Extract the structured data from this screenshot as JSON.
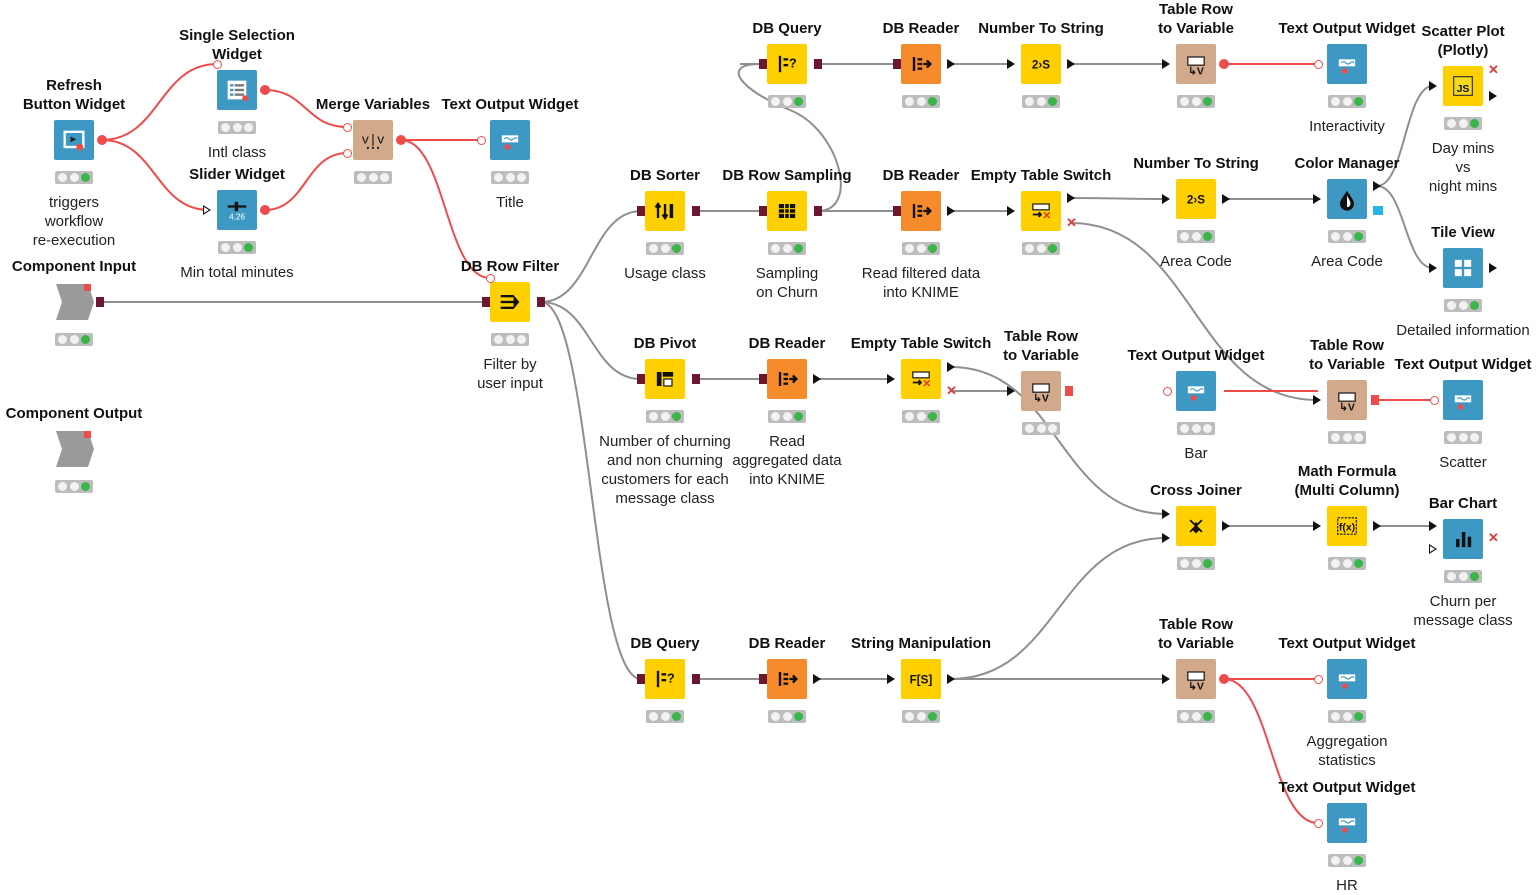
{
  "colors": {
    "wire": "#8f8f8f",
    "varwire": "#ef4b4b",
    "widget": "#3d99c4",
    "manipulator": "#ffd000",
    "source": "#f58b2a",
    "flow": "#d3a98c",
    "component": "#9a9a9a",
    "status_on": "#39b54a"
  },
  "nodes": [
    {
      "id": "refresh",
      "title": "Refresh\nButton Widget",
      "desc": "triggers\nworkflow\nre-execution",
      "color": "widget",
      "icon": "refresh-icon",
      "lights": 1
    },
    {
      "id": "single_sel",
      "title": "Single Selection\nWidget",
      "desc": "Intl class",
      "color": "widget",
      "icon": "list-icon",
      "lights": 0
    },
    {
      "id": "slider",
      "title": "Slider Widget",
      "desc": "Min total minutes",
      "color": "widget",
      "icon": "slider-icon",
      "lights": 1
    },
    {
      "id": "merge_vars",
      "title": "Merge Variables",
      "desc": "",
      "color": "flow",
      "icon": "merge-variables-icon",
      "lights": 0
    },
    {
      "id": "text_title",
      "title": "Text Output Widget",
      "desc": "Title",
      "color": "widget",
      "icon": "text-output-icon",
      "lights": 0
    },
    {
      "id": "comp_in",
      "title": "Component Input",
      "desc": "",
      "color": "component",
      "icon": "component-input-icon",
      "lights": 1
    },
    {
      "id": "comp_out",
      "title": "Component Output",
      "desc": "",
      "color": "component",
      "icon": "component-output-icon",
      "lights": 1
    },
    {
      "id": "db_row_filter",
      "title": "DB Row Filter",
      "desc": "Filter by\nuser input",
      "color": "manipulator",
      "icon": "db-filter-icon",
      "lights": 0
    },
    {
      "id": "db_query1",
      "title": "DB Query",
      "desc": "",
      "color": "manipulator",
      "icon": "db-query-icon",
      "lights": 1
    },
    {
      "id": "db_reader1",
      "title": "DB Reader",
      "desc": "",
      "color": "source",
      "icon": "db-reader-icon",
      "lights": 1
    },
    {
      "id": "num2str1",
      "title": "Number To String",
      "desc": "",
      "color": "manipulator",
      "icon": "number-to-string-icon",
      "lights": 1
    },
    {
      "id": "tr2v1",
      "title": "Table Row\nto Variable",
      "desc": "",
      "color": "flow",
      "icon": "row-to-variable-icon",
      "lights": 1
    },
    {
      "id": "text_inter",
      "title": "Text Output Widget",
      "desc": "Interactivity",
      "color": "widget",
      "icon": "text-output-icon",
      "lights": 1
    },
    {
      "id": "scatter",
      "title": "Scatter Plot\n(Plotly)",
      "desc": "Day mins\nvs\nnight mins",
      "color": "manipulator",
      "icon": "js-icon",
      "lights": 1
    },
    {
      "id": "db_sorter",
      "title": "DB Sorter",
      "desc": "Usage class",
      "color": "manipulator",
      "icon": "db-sorter-icon",
      "lights": 1
    },
    {
      "id": "db_sampling",
      "title": "DB Row Sampling",
      "desc": "Sampling\non Churn",
      "color": "manipulator",
      "icon": "db-sampling-icon",
      "lights": 1
    },
    {
      "id": "db_reader2",
      "title": "DB Reader",
      "desc": "Read filtered data\ninto KNIME",
      "color": "source",
      "icon": "db-reader-icon",
      "lights": 1
    },
    {
      "id": "empty_switch1",
      "title": "Empty Table Switch",
      "desc": "",
      "color": "manipulator",
      "icon": "empty-switch-icon",
      "lights": 1
    },
    {
      "id": "num2str2",
      "title": "Number To String",
      "desc": "Area Code",
      "color": "manipulator",
      "icon": "number-to-string-icon",
      "lights": 1
    },
    {
      "id": "color_mgr",
      "title": "Color Manager",
      "desc": "Area Code",
      "color": "widget",
      "icon": "color-manager-icon",
      "lights": 1
    },
    {
      "id": "tile_view",
      "title": "Tile View",
      "desc": "Detailed information",
      "color": "widget",
      "icon": "tile-view-icon",
      "lights": 1
    },
    {
      "id": "db_pivot",
      "title": "DB Pivot",
      "desc": "Number of churning\nand non churning\ncustomers for each\nmessage class",
      "color": "manipulator",
      "icon": "db-pivot-icon",
      "lights": 1
    },
    {
      "id": "db_reader3",
      "title": "DB Reader",
      "desc": "Read\naggregated data\ninto KNIME",
      "color": "source",
      "icon": "db-reader-icon",
      "lights": 1
    },
    {
      "id": "empty_switch2",
      "title": "Empty Table Switch",
      "desc": "",
      "color": "manipulator",
      "icon": "empty-switch-icon",
      "lights": 1
    },
    {
      "id": "tr2v2",
      "title": "Table Row\nto Variable",
      "desc": "",
      "color": "flow",
      "icon": "row-to-variable-icon",
      "lights": 0
    },
    {
      "id": "text_bar",
      "title": "Text Output Widget",
      "desc": "Bar",
      "color": "widget",
      "icon": "text-output-icon",
      "lights": 0
    },
    {
      "id": "tr2v3",
      "title": "Table Row\nto Variable",
      "desc": "",
      "color": "flow",
      "icon": "row-to-variable-icon",
      "lights": 0
    },
    {
      "id": "text_scatter",
      "title": "Text Output Widget",
      "desc": "Scatter",
      "color": "widget",
      "icon": "text-output-icon",
      "lights": 0
    },
    {
      "id": "cross_joiner",
      "title": "Cross Joiner",
      "desc": "",
      "color": "manipulator",
      "icon": "cross-joiner-icon",
      "lights": 1
    },
    {
      "id": "math_formula",
      "title": "Math Formula\n(Multi Column)",
      "desc": "",
      "color": "manipulator",
      "icon": "math-formula-icon",
      "lights": 1
    },
    {
      "id": "bar_chart",
      "title": "Bar Chart",
      "desc": "Churn per\nmessage class",
      "color": "widget",
      "icon": "bar-chart-icon",
      "lights": 1
    },
    {
      "id": "db_query2",
      "title": "DB Query",
      "desc": "",
      "color": "manipulator",
      "icon": "db-query-icon",
      "lights": 1
    },
    {
      "id": "db_reader4",
      "title": "DB Reader",
      "desc": "",
      "color": "source",
      "icon": "db-reader-icon",
      "lights": 1
    },
    {
      "id": "string_manip",
      "title": "String Manipulation",
      "desc": "",
      "color": "manipulator",
      "icon": "string-manipulation-icon",
      "lights": 1
    },
    {
      "id": "tr2v4",
      "title": "Table Row\nto Variable",
      "desc": "",
      "color": "flow",
      "icon": "row-to-variable-icon",
      "lights": 1
    },
    {
      "id": "text_agg",
      "title": "Text Output Widget",
      "desc": "Aggregation\nstatistics",
      "color": "widget",
      "icon": "text-output-icon",
      "lights": 1
    },
    {
      "id": "text_hr",
      "title": "Text Output Widget",
      "desc": "HR",
      "color": "widget",
      "icon": "text-output-icon",
      "lights": 1
    }
  ]
}
